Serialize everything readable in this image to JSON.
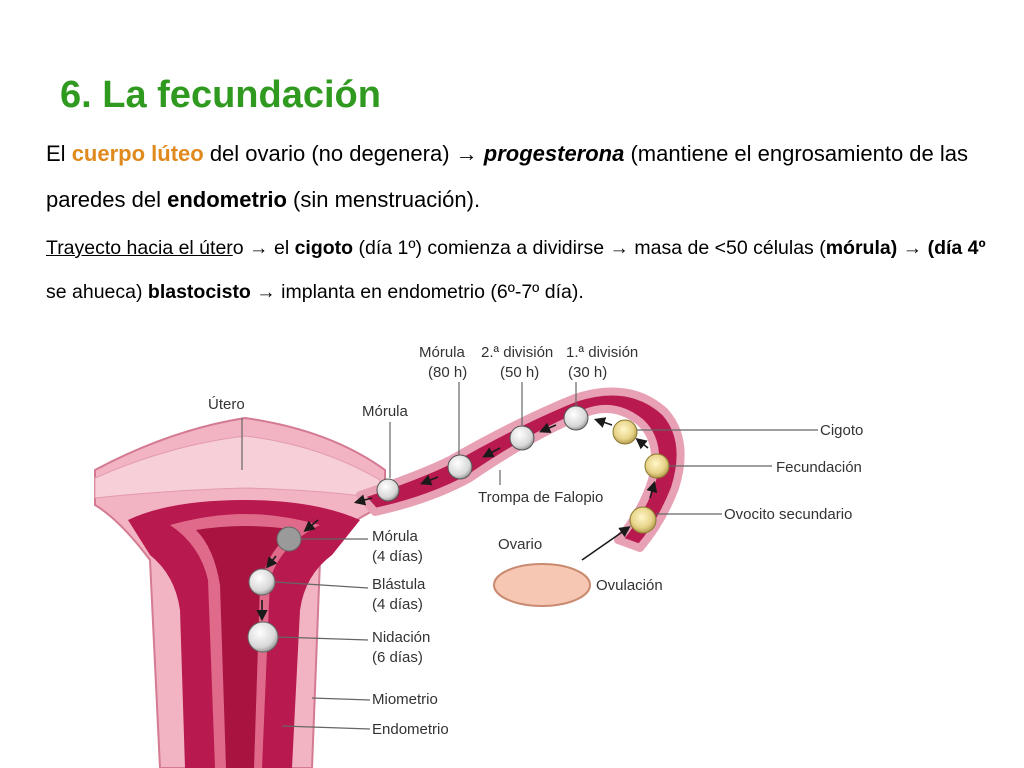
{
  "heading": {
    "title": "6. La fecundación"
  },
  "paragraph1": {
    "t1": "El ",
    "t2": "cuerpo lúteo",
    "t3": " del ovario (no degenera) → ",
    "t4": "progesterona",
    "t5": " (mantiene el engrosamiento de las paredes del ",
    "t6": "endometrio",
    "t7": " (sin menstruación)."
  },
  "paragraph2": {
    "t1": "Trayecto hacia el úter",
    "t2": "o → el ",
    "t3": "cigoto",
    "t4": " (día 1º) comienza a dividirse → masa de <50 células (",
    "t5": "mórula)",
    "t6": " → ",
    "t7": "(día 4º",
    "t8": " se ahueca) ",
    "t9": "blastocisto",
    "t10": " → implanta en endometrio (6º-7º día)."
  },
  "diagram": {
    "labels": {
      "morula_80h_1": "Mórula",
      "morula_80h_2": "(80 h)",
      "division2_1": "2.ª división",
      "division2_2": "(50 h)",
      "division1_1": "1.ª división",
      "division1_2": "(30 h)",
      "utero": "Útero",
      "morula": "Mórula",
      "cigoto": "Cigoto",
      "fecundacion": "Fecundación",
      "trompa": "Trompa de Falopio",
      "ovocito": "Ovocito secundario",
      "ovario": "Ovario",
      "ovulacion": "Ovulación",
      "morula4_1": "Mórula",
      "morula4_2": "(4 días)",
      "blastula_1": "Blástula",
      "blastula_2": "(4 días)",
      "nidacion_1": "Nidación",
      "nidacion_2": "(6 días)",
      "miometrio": "Miometrio",
      "endometrio": "Endometrio"
    }
  },
  "colors": {
    "title": "#2f9a1f",
    "highlight": "#e08a1e",
    "uterus_outer": "#f2b4c2",
    "endometrium": "#b8194f",
    "cavity": "#a8133f",
    "ovary": "#f6c8b4"
  }
}
